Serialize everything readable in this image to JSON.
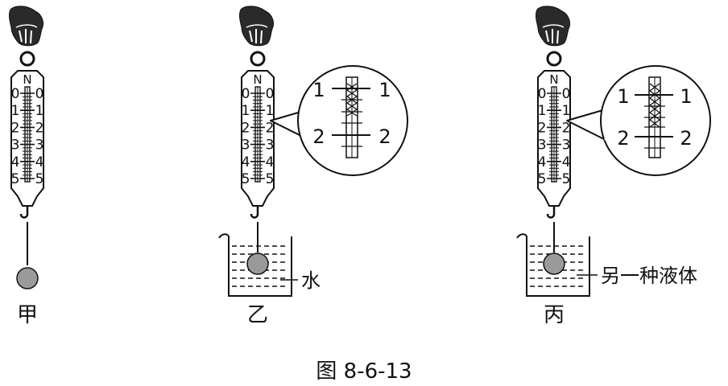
{
  "scale": {
    "unit_letter": "N",
    "ticks": [
      "0",
      "1",
      "2",
      "3",
      "4",
      "5"
    ]
  },
  "panels": [
    {
      "id": "jia",
      "label": "甲",
      "liquid": null,
      "magnifier": null
    },
    {
      "id": "yi",
      "label": "乙",
      "liquid": "水",
      "magnifier": {
        "upper": "1",
        "lower": "2"
      }
    },
    {
      "id": "bing",
      "label": "丙",
      "liquid": "另一种液体",
      "magnifier": {
        "upper": "1",
        "lower": "2"
      }
    }
  ],
  "caption": "图 8-6-13",
  "colors": {
    "ink": "#111111",
    "ball": "#9a9a9a",
    "background": "#ffffff"
  }
}
